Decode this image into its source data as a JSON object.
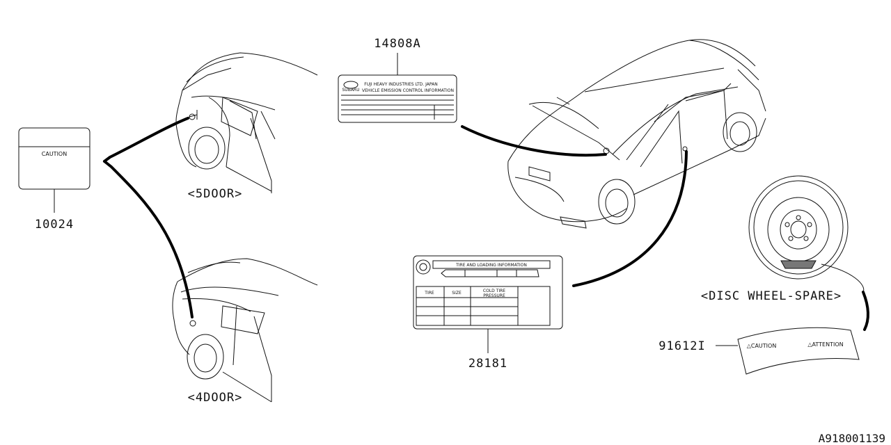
{
  "parts": {
    "p10024": "10024",
    "p14808a": "14808A",
    "p28181": "28181",
    "p91612i": "91612I"
  },
  "labels": {
    "five_door": "<5DOOR>",
    "four_door": "<4DOOR>",
    "disc_wheel_spare": "<DISC WHEEL-SPARE>"
  },
  "caution_label": {
    "text": "CAUTION"
  },
  "emission_label": {
    "line1": "FUJI HEAVY INDUSTRIES LTD. JAPAN",
    "line2": "VEHICLE EMISSION CONTROL INFORMATION",
    "logo": "SUBARU"
  },
  "tire_label": {
    "title": "TIRE AND LOADING INFORMATION",
    "col_tire": "TIRE",
    "col_size": "SIZE",
    "col_pressure_1": "COLD TIRE",
    "col_pressure_2": "PRESSURE"
  },
  "spare_label": {
    "caution": "△CAUTION",
    "attention": "△ATTENTION"
  },
  "diagram_id": "A918001139"
}
